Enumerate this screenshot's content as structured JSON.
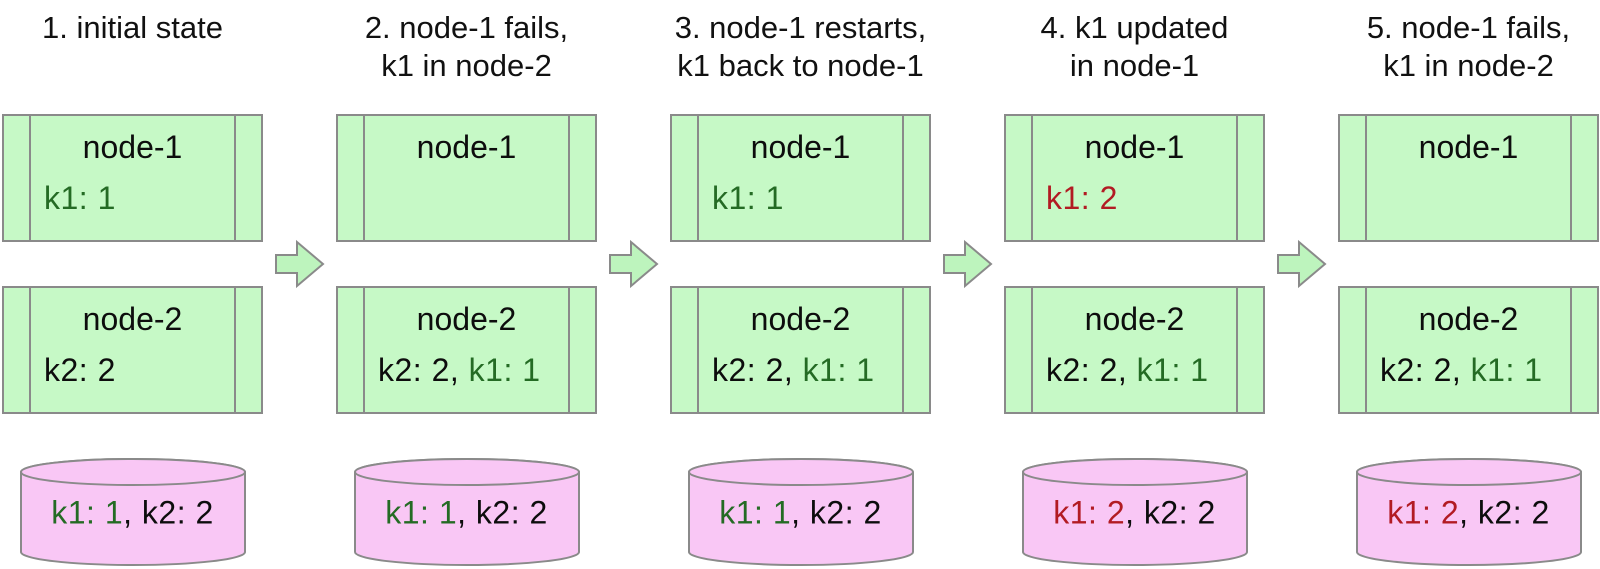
{
  "diagram_title": "node failover key-value replication sequence",
  "colors": {
    "node_fill": "#c6f9c6",
    "arrow_fill": "#bdf4bd",
    "db_fill": "#f9c7f5",
    "shape_border": "#8a8a8a",
    "text_black": "#0d0d0d",
    "text_green": "#246b24",
    "text_red": "#b21b23"
  },
  "stages": [
    {
      "title": "1. initial state",
      "node1": {
        "name": "node-1",
        "parts": [
          {
            "text": "k1: 1",
            "color": "c-green"
          }
        ]
      },
      "node2": {
        "name": "node-2",
        "parts": [
          {
            "text": "k2: 2",
            "color": "c-black"
          }
        ]
      },
      "db": {
        "parts": [
          {
            "text": "k1: 1",
            "color": "c-green"
          },
          {
            "text": ", k2: 2",
            "color": "c-black"
          }
        ]
      }
    },
    {
      "title": "2. node-1 fails,\nk1 in node-2",
      "node1": {
        "name": "node-1",
        "parts": []
      },
      "node2": {
        "name": "node-2",
        "parts": [
          {
            "text": "k2: 2, ",
            "color": "c-black"
          },
          {
            "text": "k1: 1",
            "color": "c-green"
          }
        ]
      },
      "db": {
        "parts": [
          {
            "text": "k1: 1",
            "color": "c-green"
          },
          {
            "text": ", k2: 2",
            "color": "c-black"
          }
        ]
      }
    },
    {
      "title": "3. node-1 restarts,\nk1 back to node-1",
      "node1": {
        "name": "node-1",
        "parts": [
          {
            "text": "k1: 1",
            "color": "c-green"
          }
        ]
      },
      "node2": {
        "name": "node-2",
        "parts": [
          {
            "text": "k2: 2, ",
            "color": "c-black"
          },
          {
            "text": "k1: 1",
            "color": "c-green"
          }
        ]
      },
      "db": {
        "parts": [
          {
            "text": "k1: 1",
            "color": "c-green"
          },
          {
            "text": ", k2: 2",
            "color": "c-black"
          }
        ]
      }
    },
    {
      "title": "4. k1 updated\nin node-1",
      "node1": {
        "name": "node-1",
        "parts": [
          {
            "text": "k1: 2",
            "color": "c-red"
          }
        ]
      },
      "node2": {
        "name": "node-2",
        "parts": [
          {
            "text": "k2: 2, ",
            "color": "c-black"
          },
          {
            "text": "k1: 1",
            "color": "c-green"
          }
        ]
      },
      "db": {
        "parts": [
          {
            "text": "k1: 2",
            "color": "c-red"
          },
          {
            "text": ", k2: 2",
            "color": "c-black"
          }
        ]
      }
    },
    {
      "title": "5. node-1 fails,\nk1 in node-2",
      "node1": {
        "name": "node-1",
        "parts": []
      },
      "node2": {
        "name": "node-2",
        "parts": [
          {
            "text": "k2: 2, ",
            "color": "c-black"
          },
          {
            "text": "k1: 1",
            "color": "c-green"
          }
        ]
      },
      "db": {
        "parts": [
          {
            "text": "k1: 2",
            "color": "c-red"
          },
          {
            "text": ", k2: 2",
            "color": "c-black"
          }
        ]
      }
    }
  ]
}
